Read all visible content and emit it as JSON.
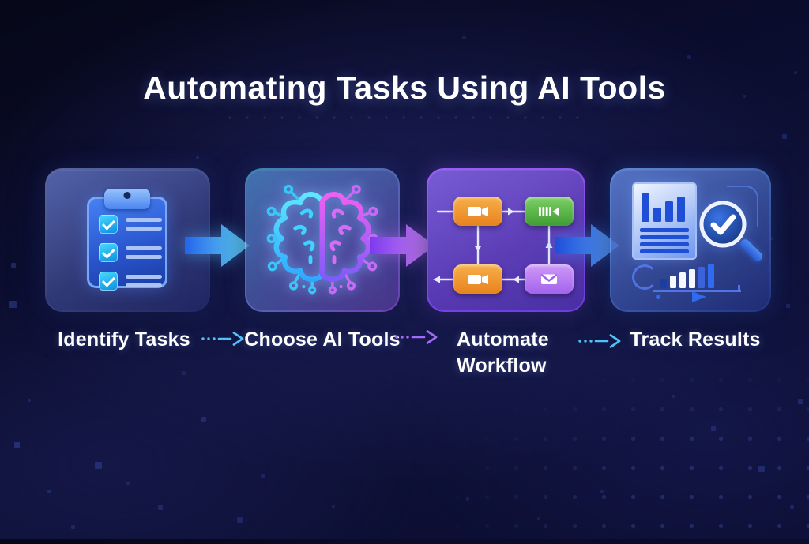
{
  "title": "Automating Tasks Using AI Tools",
  "steps": [
    {
      "label": "Identify Tasks",
      "icon": "clipboard-checklist-icon"
    },
    {
      "label": "Choose AI Tools",
      "icon": "ai-brain-icon"
    },
    {
      "label": "Automate Workflow",
      "icon": "workflow-flowchart-icon"
    },
    {
      "label": "Track Results",
      "icon": "report-magnifier-icon"
    }
  ],
  "connectors": {
    "card_arrows": [
      {
        "from": "Identify Tasks",
        "to": "Choose AI Tools",
        "color": "#55c8f9"
      },
      {
        "from": "Choose AI Tools",
        "to": "Automate Workflow",
        "color": "#b45ef6"
      },
      {
        "from": "Automate Workflow",
        "to": "Track Results",
        "color": "#3f8bf4"
      }
    ],
    "label_arrows": [
      {
        "color": "#4fc3f7"
      },
      {
        "color": "#a06bf8"
      },
      {
        "color": "#4fc3f7"
      }
    ]
  },
  "colors": {
    "background": "#0a0c2e",
    "title_text": "#ffffff",
    "card_border_blue": "#6f97ef",
    "card_border_purple": "#8b5cf6",
    "accent_cyan": "#3fd4ff",
    "accent_magenta": "#e05df0",
    "flow_orange": "#f09a34",
    "flow_green": "#5cb84c",
    "flow_purple": "#b97ef2",
    "checkbox_cyan": "#23c3f2",
    "clipboard_blue": "#2a57cf",
    "document_bar_blue": "#1e4fd6"
  }
}
